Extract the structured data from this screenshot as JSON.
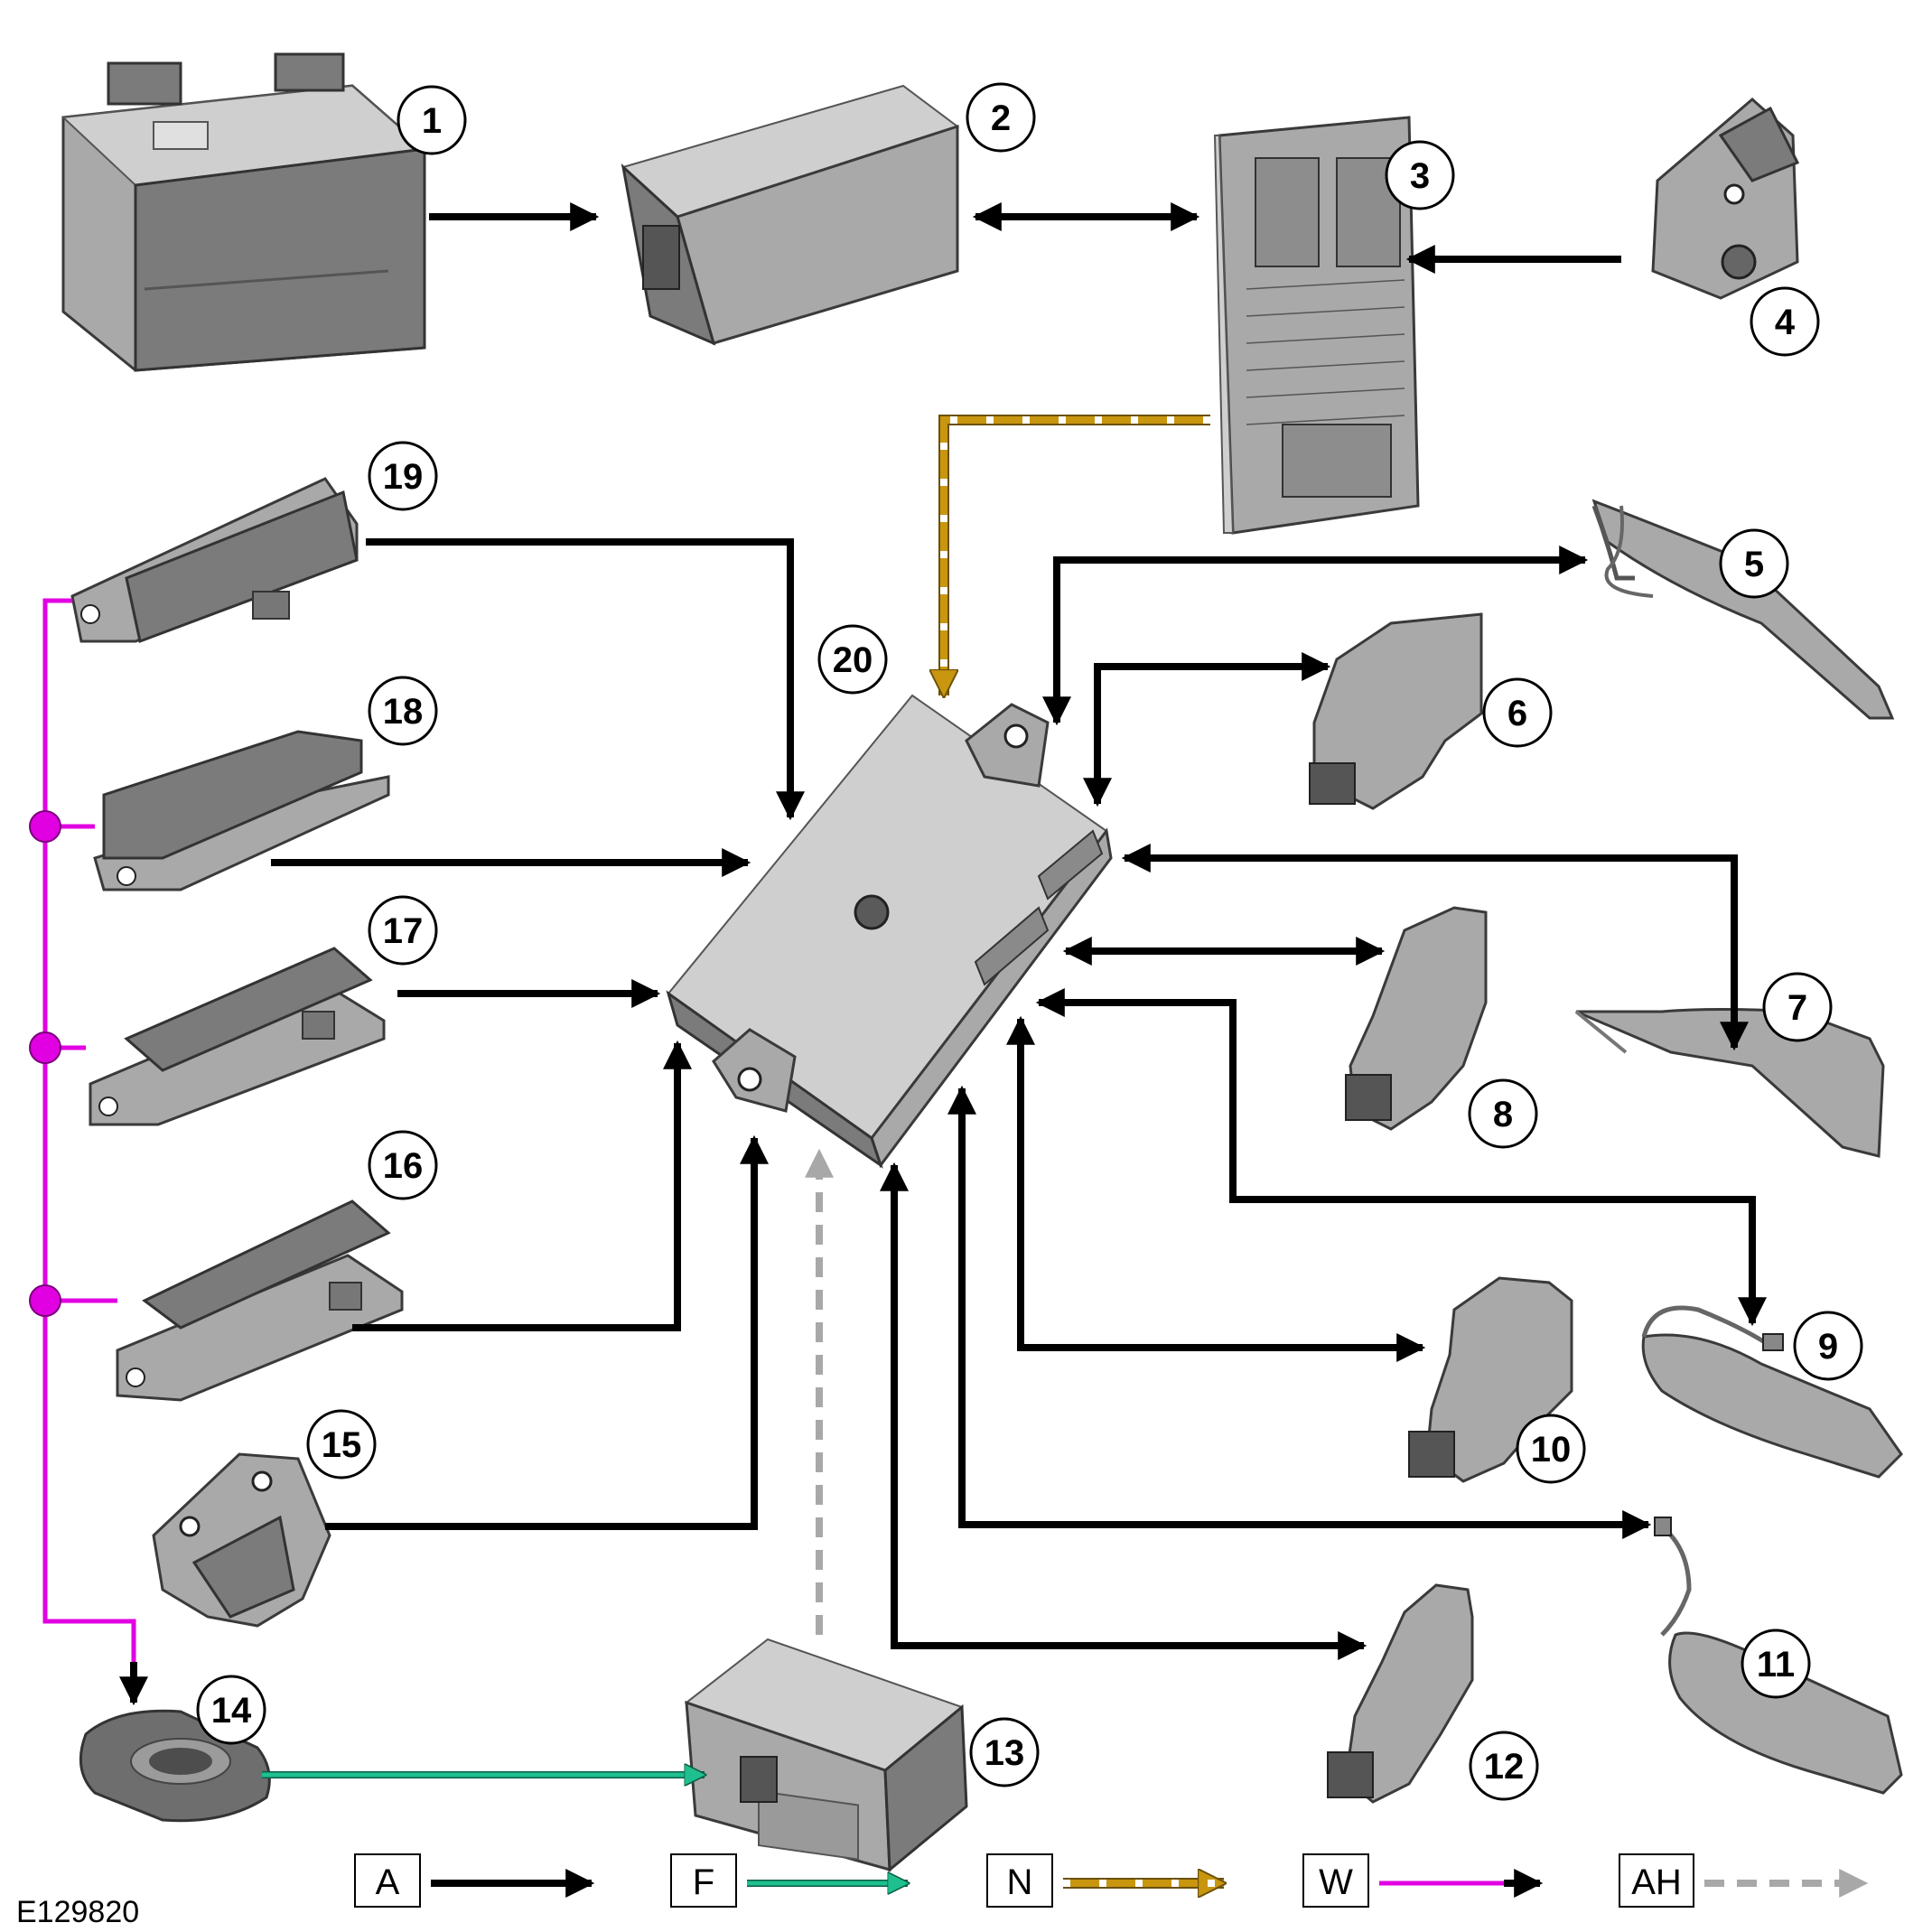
{
  "figure_id": "E129820",
  "components": [
    {
      "label": "1",
      "icon": "battery-icon"
    },
    {
      "label": "2",
      "icon": "battery-junction-box-icon"
    },
    {
      "label": "3",
      "icon": "central-junction-box-icon"
    },
    {
      "label": "4",
      "icon": "latch-actuator-icon"
    },
    {
      "label": "5",
      "icon": "door-handle-icon"
    },
    {
      "label": "6",
      "icon": "door-latch-icon"
    },
    {
      "label": "7",
      "icon": "door-handle-icon"
    },
    {
      "label": "8",
      "icon": "door-latch-icon"
    },
    {
      "label": "9",
      "icon": "door-handle-icon"
    },
    {
      "label": "10",
      "icon": "door-latch-icon"
    },
    {
      "label": "11",
      "icon": "door-handle-icon"
    },
    {
      "label": "12",
      "icon": "door-latch-icon"
    },
    {
      "label": "13",
      "icon": "receiver-module-icon"
    },
    {
      "label": "14",
      "icon": "smart-key-icon"
    },
    {
      "label": "15",
      "icon": "tailgate-latch-icon"
    },
    {
      "label": "16",
      "icon": "antenna-icon"
    },
    {
      "label": "17",
      "icon": "antenna-icon"
    },
    {
      "label": "18",
      "icon": "antenna-icon"
    },
    {
      "label": "19",
      "icon": "antenna-icon"
    },
    {
      "label": "20",
      "icon": "control-module-icon"
    }
  ],
  "legend": [
    {
      "key": "A",
      "color": "#000000",
      "style": "solid"
    },
    {
      "key": "F",
      "color": "#1fbf8f",
      "style": "solid"
    },
    {
      "key": "N",
      "color": "#c8960f",
      "style": "dashed-white"
    },
    {
      "key": "W",
      "color": "#e100e1",
      "style": "solid"
    },
    {
      "key": "AH",
      "color": "#a8a8a8",
      "style": "dashed"
    }
  ]
}
